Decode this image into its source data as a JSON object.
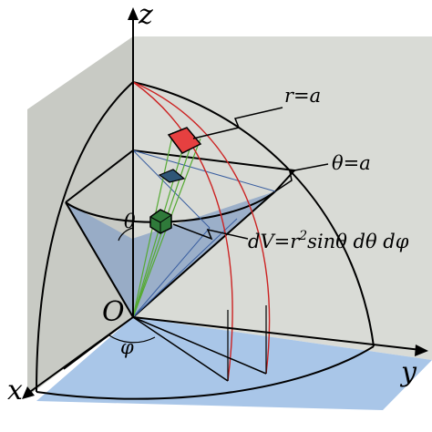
{
  "labels": {
    "z_axis": "z",
    "y_axis": "y",
    "x_axis": "x",
    "origin": "O",
    "theta_angle": "θ",
    "phi_angle": "φ",
    "sphere_eq": "r=a",
    "cone_eq": "θ=a",
    "volume_eq_prefix": "dV=r",
    "volume_eq_exp": "2",
    "volume_eq_suffix": "sinθ dθ dφ"
  },
  "colors": {
    "wall": "#d9dbd6",
    "wall_left": "#c8cac4",
    "floor": "#a9c6e8",
    "cone_fill": "#8fa7c7",
    "red_line": "#cc2222",
    "green_line": "#55aa33",
    "blue_line": "#3a5fa0",
    "red_patch": "#e64040",
    "cube_fill": "#2f7a3a",
    "dark_patch": "#2f5677"
  }
}
